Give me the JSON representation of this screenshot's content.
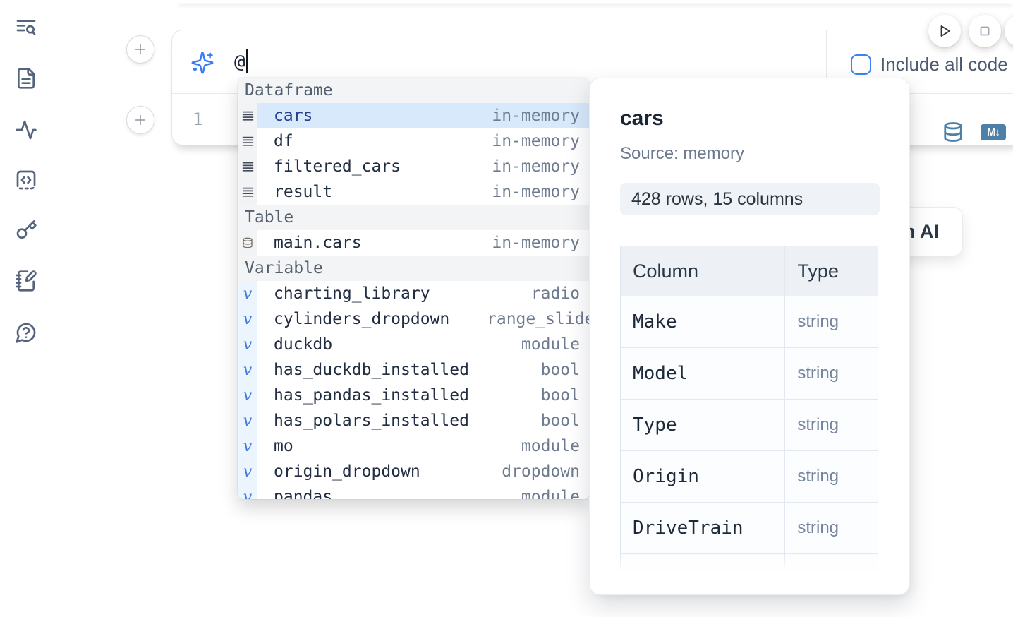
{
  "colors": {
    "accent_blue": "#3b82f6",
    "steel_blue_icon": "#4d80a8",
    "selected_row_bg": "#d7e9fb",
    "section_header_bg": "#f3f4f6",
    "badge_bg": "#eff3f8",
    "table_header_bg": "#edf1f6"
  },
  "sidebar": {
    "items": [
      {
        "icon": "toc-search-icon"
      },
      {
        "icon": "file-text-icon"
      },
      {
        "icon": "activity-icon"
      },
      {
        "icon": "snippets-code-icon"
      },
      {
        "icon": "key-icon"
      },
      {
        "icon": "scratchpad-pen-icon"
      },
      {
        "icon": "help-chat-icon"
      }
    ]
  },
  "prompt_cell": {
    "input_value": "@",
    "sparkle_icon": "sparkles-icon",
    "include_all_code_label": "Include all code",
    "include_all_code_checked": false,
    "editor_line_number": "1",
    "markdown_badge": "M↓",
    "run_button": "play-icon",
    "stop_button": "stop-icon"
  },
  "autocomplete": {
    "sections": [
      {
        "label": "Dataframe",
        "items": [
          {
            "name": "cars",
            "type": "in-memory",
            "selected": true
          },
          {
            "name": "df",
            "type": "in-memory"
          },
          {
            "name": "filtered_cars",
            "type": "in-memory"
          },
          {
            "name": "result",
            "type": "in-memory"
          }
        ]
      },
      {
        "label": "Table",
        "items": [
          {
            "name": "main.cars",
            "type": "in-memory"
          }
        ]
      },
      {
        "label": "Variable",
        "items": [
          {
            "name": "charting_library",
            "type": "radio"
          },
          {
            "name": "cylinders_dropdown",
            "type": "range_slider"
          },
          {
            "name": "duckdb",
            "type": "module"
          },
          {
            "name": "has_duckdb_installed",
            "type": "bool"
          },
          {
            "name": "has_pandas_installed",
            "type": "bool"
          },
          {
            "name": "has_polars_installed",
            "type": "bool"
          },
          {
            "name": "mo",
            "type": "module"
          },
          {
            "name": "origin_dropdown",
            "type": "dropdown"
          },
          {
            "name": "pandas",
            "type": "module"
          }
        ]
      }
    ]
  },
  "preview": {
    "title": "cars",
    "source": "Source: memory",
    "shape_badge": "428 rows, 15 columns",
    "table": {
      "headers": [
        "Column",
        "Type"
      ],
      "rows": [
        {
          "column": "Make",
          "type": "string"
        },
        {
          "column": "Model",
          "type": "string"
        },
        {
          "column": "Type",
          "type": "string"
        },
        {
          "column": "Origin",
          "type": "string"
        },
        {
          "column": "DriveTrain",
          "type": "string"
        }
      ]
    }
  },
  "ai_button": {
    "label": "h AI"
  }
}
